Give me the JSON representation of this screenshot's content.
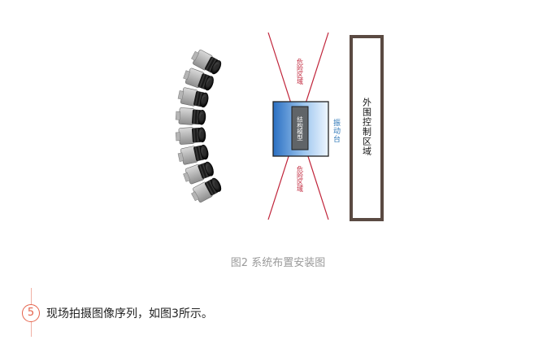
{
  "labels": {
    "danger_top": "危险区域",
    "danger_bottom": "危险区域",
    "model": "结构模型",
    "shake_table": "振动台",
    "control_zone": "外围控制区域"
  },
  "caption": "图2 系统布置安装图",
  "step": {
    "number": "5",
    "text": "现场拍摄图像序列，如图3所示。"
  },
  "colors": {
    "danger_line": "#c0243a",
    "danger_text": "#c0243a",
    "shake_text": "#2f78b8",
    "table_blue": "#2f74c4",
    "control_border": "#5a4a42",
    "step_accent": "#e5624b"
  },
  "cameras": {
    "count": 8
  }
}
